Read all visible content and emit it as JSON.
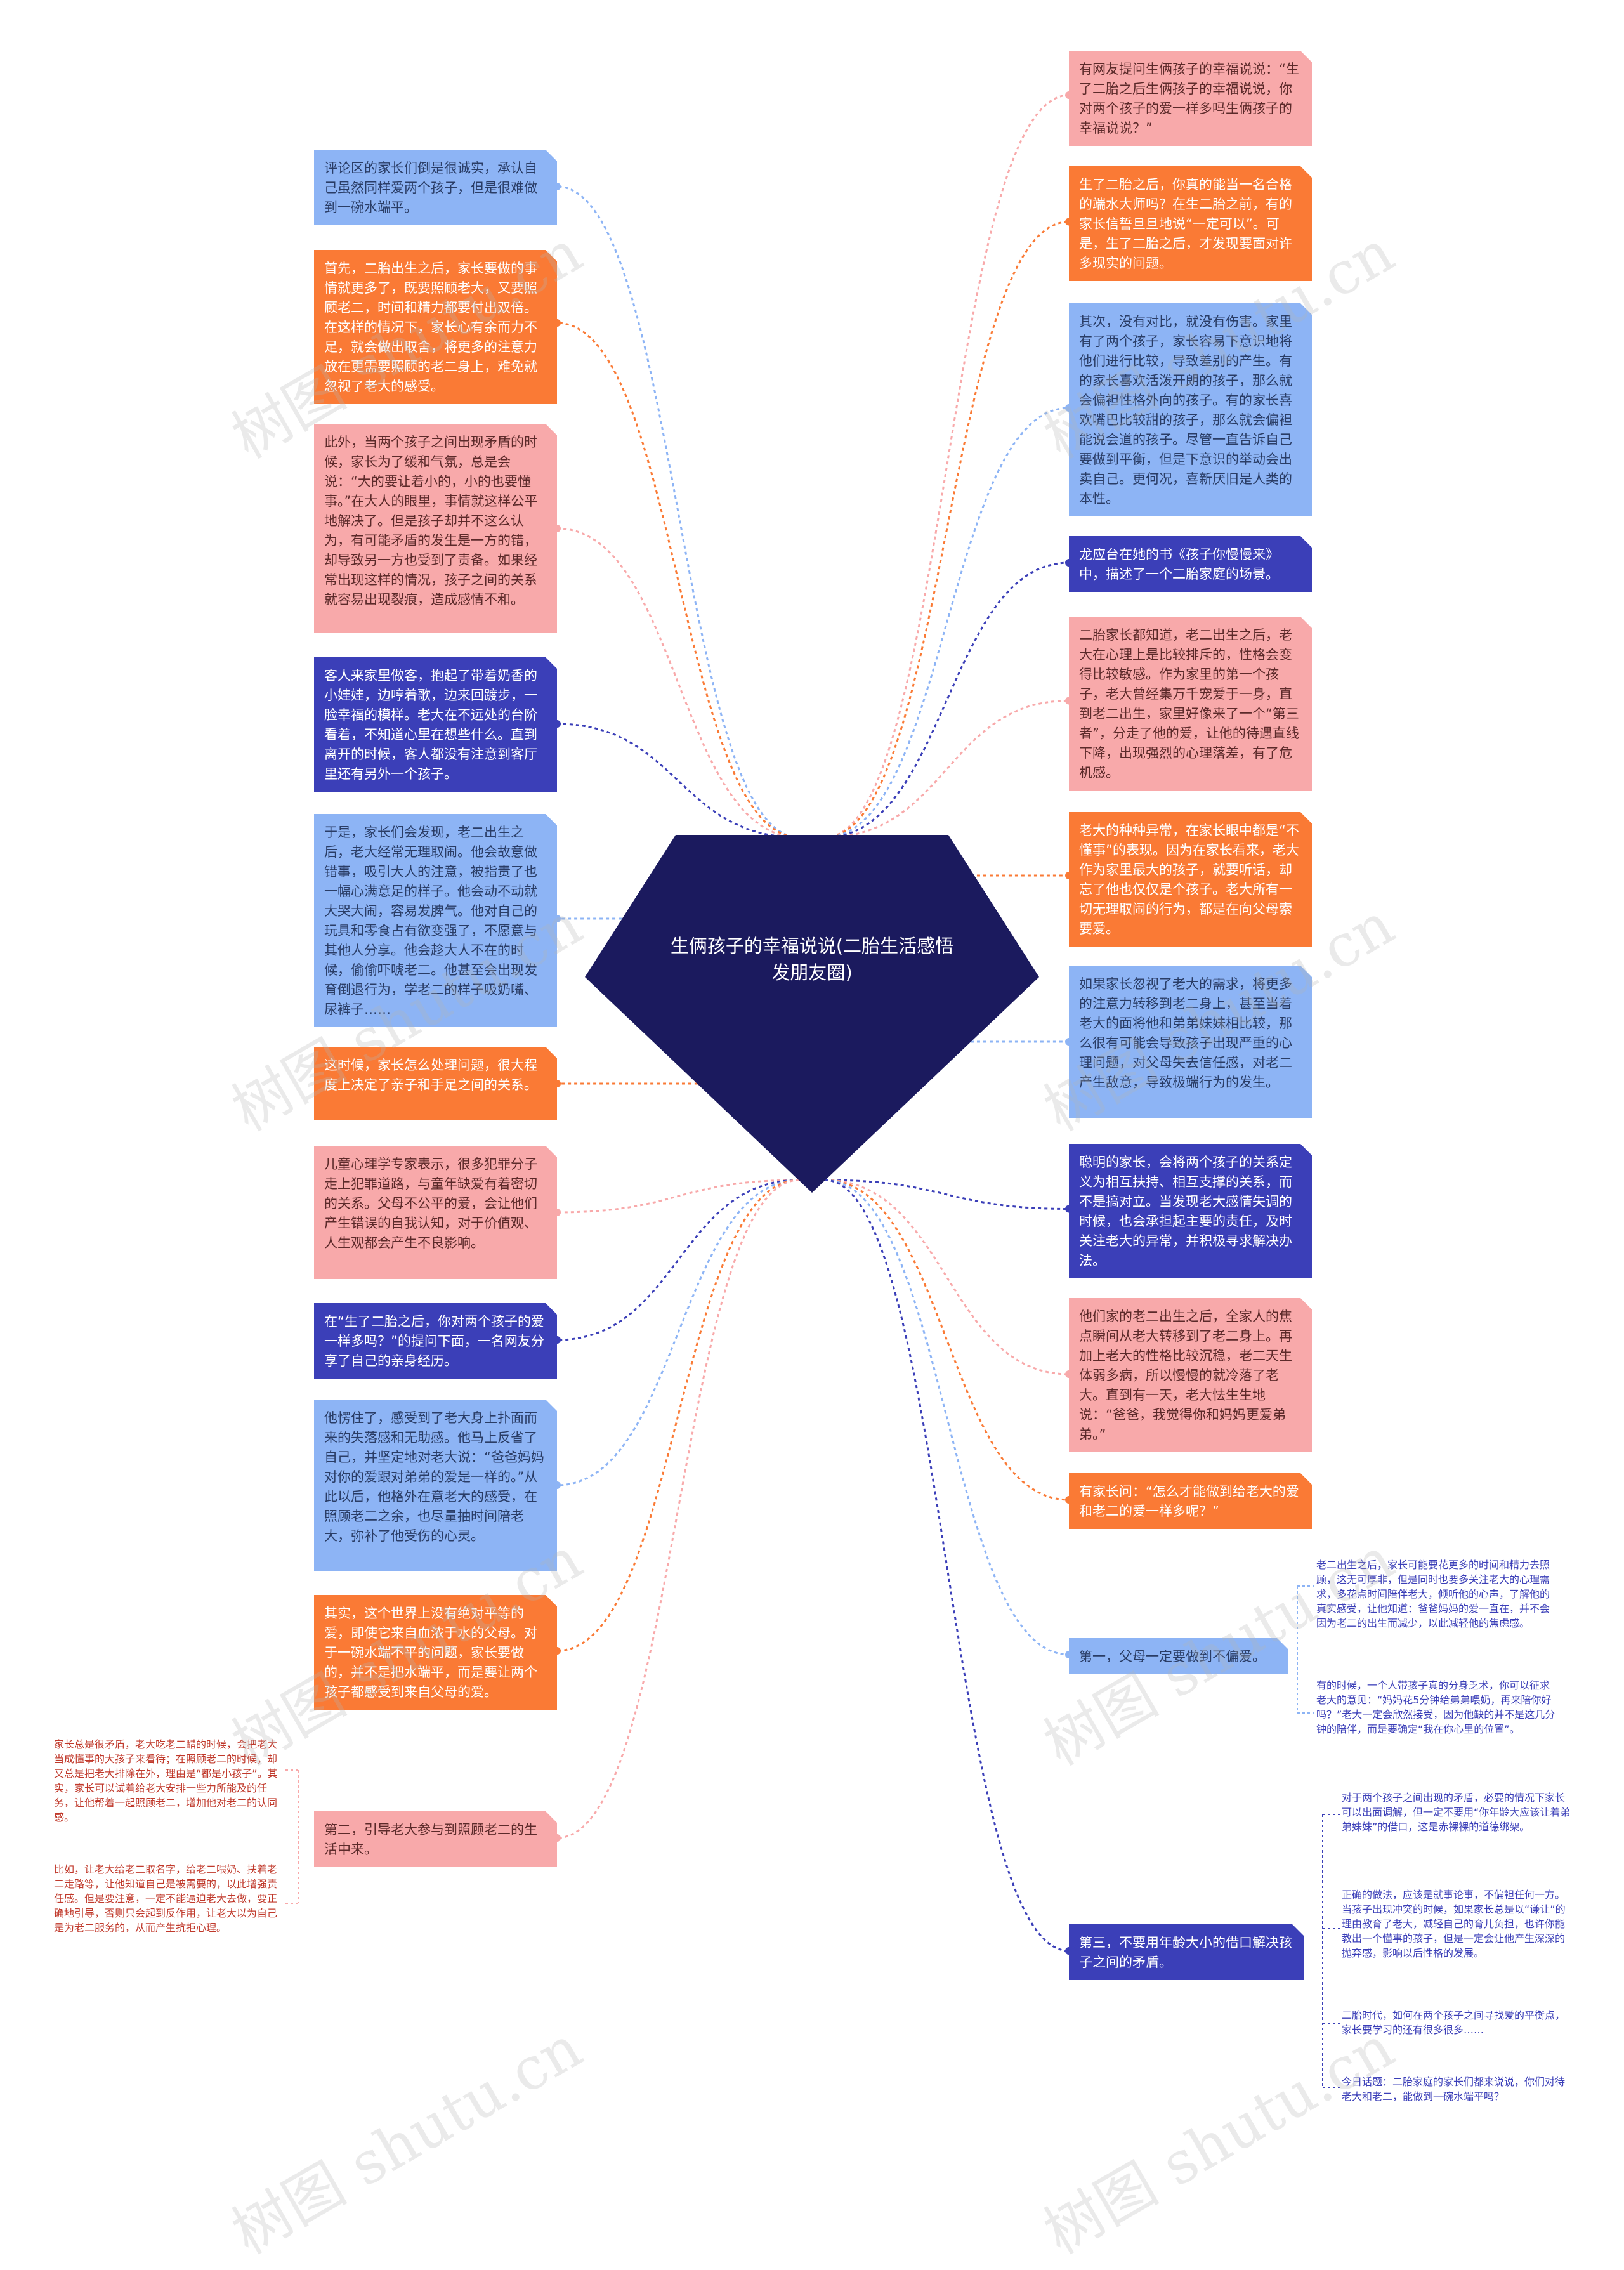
{
  "center": {
    "title": "生俩孩子的幸福说说(二胎生活感悟发朋友圈)"
  },
  "colors": {
    "blue": "#8db4f5",
    "orange": "#fa7a35",
    "pink": "#f8a9aa",
    "navy": "#3b3fb8",
    "center": "#1b1a5e"
  },
  "left_nodes": [
    {
      "text": "评论区的家长们倒是很诚实，承认自己虽然同样爱两个孩子，但是很难做到一碗水端平。",
      "color": "blue"
    },
    {
      "text": "首先，二胎出生之后，家长要做的事情就更多了，既要照顾老大，又要照顾老二，时间和精力都要付出双倍。在这样的情况下，家长心有余而力不足，就会做出取舍，将更多的注意力放在更需要照顾的老二身上，难免就忽视了老大的感受。",
      "color": "orange"
    },
    {
      "text": "此外，当两个孩子之间出现矛盾的时候，家长为了缓和气氛，总是会说：“大的要让着小的，小的也要懂事。”在大人的眼里，事情就这样公平地解决了。但是孩子却并不这么认为，有可能矛盾的发生是一方的错，却导致另一方也受到了责备。如果经常出现这样的情况，孩子之间的关系就容易出现裂痕，造成感情不和。",
      "color": "pink"
    },
    {
      "text": "客人来家里做客，抱起了带着奶香的小娃娃，边哼着歌，边来回踱步，一脸幸福的模样。老大在不远处的台阶看着，不知道心里在想些什么。直到离开的时候，客人都没有注意到客厅里还有另外一个孩子。",
      "color": "navy"
    },
    {
      "text": "于是，家长们会发现，老二出生之后，老大经常无理取闹。他会故意做错事，吸引大人的注意，被指责了也一幅心满意足的样子。他会动不动就大哭大闹，容易发脾气。他对自己的玩具和零食占有欲变强了，不愿意与其他人分享。他会趁大人不在的时候，偷偷吓唬老二。他甚至会出现发育倒退行为，学老二的样子吸奶嘴、尿裤子……",
      "color": "blue"
    },
    {
      "text": "这时候，家长怎么处理问题，很大程度上决定了亲子和手足之间的关系。",
      "color": "orange"
    },
    {
      "text": "儿童心理学专家表示，很多犯罪分子走上犯罪道路，与童年缺爱有着密切的关系。父母不公平的爱，会让他们产生错误的自我认知，对于价值观、人生观都会产生不良影响。",
      "color": "pink"
    },
    {
      "text": "在“生了二胎之后，你对两个孩子的爱一样多吗？”的提问下面，一名网友分享了自己的亲身经历。",
      "color": "navy"
    },
    {
      "text": "他愣住了，感受到了老大身上扑面而来的失落感和无助感。他马上反省了自己，并坚定地对老大说：“爸爸妈妈对你的爱跟对弟弟的爱是一样的。”从此以后，他格外在意老大的感受，在照顾老二之余，也尽量抽时间陪老大，弥补了他受伤的心灵。",
      "color": "blue"
    },
    {
      "text": "其实，这个世界上没有绝对平等的爱，即使它来自血浓于水的父母。对于一碗水端不平的问题，家长要做的，并不是把水端平，而是要让两个孩子都感受到来自父母的爱。",
      "color": "orange"
    },
    {
      "text": "第二，引导老大参与到照顾老二的生活中来。",
      "color": "pink"
    }
  ],
  "right_nodes": [
    {
      "text": "有网友提问生俩孩子的幸福说说：“生了二胎之后生俩孩子的幸福说说，你对两个孩子的爱一样多吗生俩孩子的幸福说说？”",
      "color": "pink"
    },
    {
      "text": "生了二胎之后，你真的能当一名合格的端水大师吗？在生二胎之前，有的家长信誓旦旦地说“一定可以”。可是，生了二胎之后，才发现要面对许多现实的问题。",
      "color": "orange"
    },
    {
      "text": "其次，没有对比，就没有伤害。家里有了两个孩子，家长容易下意识地将他们进行比较，导致差别的产生。有的家长喜欢活泼开朗的孩子，那么就会偏袒性格外向的孩子。有的家长喜欢嘴巴比较甜的孩子，那么就会偏袒能说会道的孩子。尽管一直告诉自己要做到平衡，但是下意识的举动会出卖自己。更何况，喜新厌旧是人类的本性。",
      "color": "blue"
    },
    {
      "text": "龙应台在她的书《孩子你慢慢来》中，描述了一个二胎家庭的场景。",
      "color": "navy"
    },
    {
      "text": "二胎家长都知道，老二出生之后，老大在心理上是比较排斥的，性格会变得比较敏感。作为家里的第一个孩子，老大曾经集万千宠爱于一身，直到老二出生，家里好像来了一个“第三者”，分走了他的爱，让他的待遇直线下降，出现强烈的心理落差，有了危机感。",
      "color": "pink"
    },
    {
      "text": "老大的种种异常，在家长眼中都是“不懂事”的表现。因为在家长看来，老大作为家里最大的孩子，就要听话，却忘了他也仅仅是个孩子。老大所有一切无理取闹的行为，都是在向父母索要爱。",
      "color": "orange"
    },
    {
      "text": "如果家长忽视了老大的需求，将更多的注意力转移到老二身上，甚至当着老大的面将他和弟弟妹妹相比较，那么很有可能会导致孩子出现严重的心理问题，对父母失去信任感，对老二产生敌意，导致极端行为的发生。",
      "color": "blue"
    },
    {
      "text": "聪明的家长，会将两个孩子的关系定义为相互扶持、相互支撑的关系，而不是搞对立。当发现老大感情失调的时候，也会承担起主要的责任，及时关注老大的异常，并积极寻求解决办法。",
      "color": "navy"
    },
    {
      "text": "他们家的老二出生之后，全家人的焦点瞬间从老大转移到了老二身上。再加上老大的性格比较沉稳，老二天生体弱多病，所以慢慢的就冷落了老大。直到有一天，老大怯生生地说：“爸爸，我觉得你和妈妈更爱弟弟。”",
      "color": "pink"
    },
    {
      "text": "有家长问：“怎么才能做到给老大的爱和老二的爱一样多呢？”",
      "color": "orange"
    },
    {
      "text": "第一，父母一定要做到不偏爱。",
      "color": "blue"
    },
    {
      "text": "第三，不要用年龄大小的借口解决孩子之间的矛盾。",
      "color": "navy"
    }
  ],
  "leaves_right1": [
    "老二出生之后，家长可能要花更多的时间和精力去照顾，这无可厚非，但是同时也要多关注老大的心理需求，多花点时间陪伴老大，倾听他的心声，了解他的真实感受，让他知道：爸爸妈妈的爱一直在，并不会因为老二的出生而减少，以此减轻他的焦虑感。",
    "有的时候，一个人带孩子真的分身乏术，你可以征求老大的意见：“妈妈花5分钟给弟弟喂奶，再来陪你好吗？”老大一定会欣然接受，因为他缺的并不是这几分钟的陪伴，而是要确定“我在你心里的位置”。"
  ],
  "leaves_left": [
    "家长总是很矛盾，老大吃老二醋的时候，会把老大当成懂事的大孩子来看待；在照顾老二的时候，却又总是把老大排除在外，理由是“都是小孩子”。其实，家长可以试着给老大安排一些力所能及的任务，让他帮着一起照顾老二，增加他对老二的认同感。",
    "比如，让老大给老二取名字，给老二喂奶、扶着老二走路等，让他知道自己是被需要的，以此增强责任感。但是要注意，一定不能逼迫老大去做，要正确地引导，否则只会起到反作用，让老大以为自己是为老二服务的，从而产生抗拒心理。"
  ],
  "leaves_right3": [
    "对于两个孩子之间出现的矛盾，必要的情况下家长可以出面调解，但一定不要用“你年龄大应该让着弟弟妹妹”的借口，这是赤裸裸的道德绑架。",
    "正确的做法，应该是就事论事，不偏袒任何一方。当孩子出现冲突的时候，如果家长总是以“谦让”的理由教育了老大，减轻自己的育儿负担，也许你能教出一个懂事的孩子，但是一定会让他产生深深的抛弃感，影响以后性格的发展。",
    "二胎时代，如何在两个孩子之间寻找爱的平衡点，家长要学习的还有很多很多……",
    "今日话题：二胎家庭的家长们都来说说，你们对待老大和老二，能做到一碗水端平吗？"
  ],
  "watermark": "树图 shutu.cn"
}
